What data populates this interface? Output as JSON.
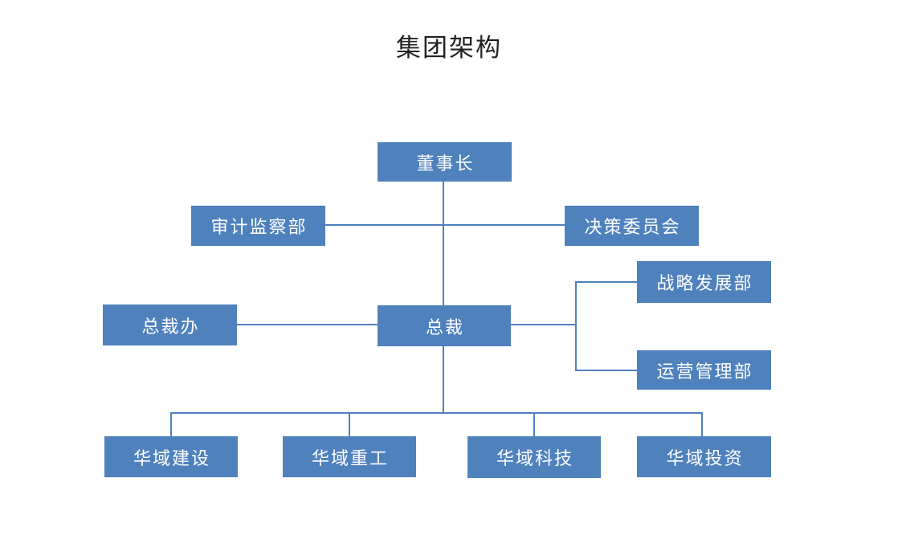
{
  "title": "集团架构",
  "colors": {
    "node_fill": "#4f81bd",
    "node_text": "#ffffff",
    "connector": "#4e81bd",
    "title_text": "#222222",
    "background": "#ffffff"
  },
  "org_chart": {
    "nodes": [
      {
        "id": "chairman",
        "label": "董事长",
        "level": 1
      },
      {
        "id": "audit-dept",
        "label": "审计监察部",
        "level": 2
      },
      {
        "id": "decision-committee",
        "label": "决策委员会",
        "level": 2
      },
      {
        "id": "president-office",
        "label": "总裁办",
        "level": 3
      },
      {
        "id": "president",
        "label": "总裁",
        "level": 3
      },
      {
        "id": "strategy-dept",
        "label": "战略发展部",
        "level": 3
      },
      {
        "id": "operations-dept",
        "label": "运营管理部",
        "level": 3
      },
      {
        "id": "huayu-construction",
        "label": "华域建设",
        "level": 4
      },
      {
        "id": "huayu-heavy-industry",
        "label": "华域重工",
        "level": 4
      },
      {
        "id": "huayu-technology",
        "label": "华域科技",
        "level": 4
      },
      {
        "id": "huayu-investment",
        "label": "华域投资",
        "level": 4
      }
    ],
    "edges": [
      {
        "from": "chairman",
        "to": "audit-dept"
      },
      {
        "from": "chairman",
        "to": "decision-committee"
      },
      {
        "from": "chairman",
        "to": "president"
      },
      {
        "from": "president",
        "to": "president-office"
      },
      {
        "from": "president",
        "to": "strategy-dept"
      },
      {
        "from": "president",
        "to": "operations-dept"
      },
      {
        "from": "president",
        "to": "huayu-construction"
      },
      {
        "from": "president",
        "to": "huayu-heavy-industry"
      },
      {
        "from": "president",
        "to": "huayu-technology"
      },
      {
        "from": "president",
        "to": "huayu-investment"
      }
    ]
  }
}
